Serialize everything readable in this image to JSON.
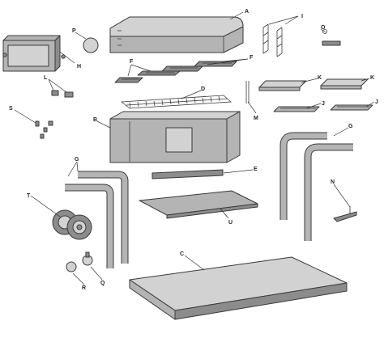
{
  "diagram": {
    "callouts": {
      "A": "A",
      "B": "B",
      "C": "C",
      "D": "D",
      "E": "E",
      "F1": "F",
      "F2": "F",
      "G1": "G",
      "G2": "G",
      "H": "H",
      "I": "I",
      "J": "J",
      "K1": "K",
      "K2": "K",
      "L": "L",
      "M": "M",
      "N": "N",
      "O": "O",
      "P": "P",
      "Q": "Q",
      "R": "R",
      "S": "S",
      "T": "T",
      "U": "U"
    }
  }
}
